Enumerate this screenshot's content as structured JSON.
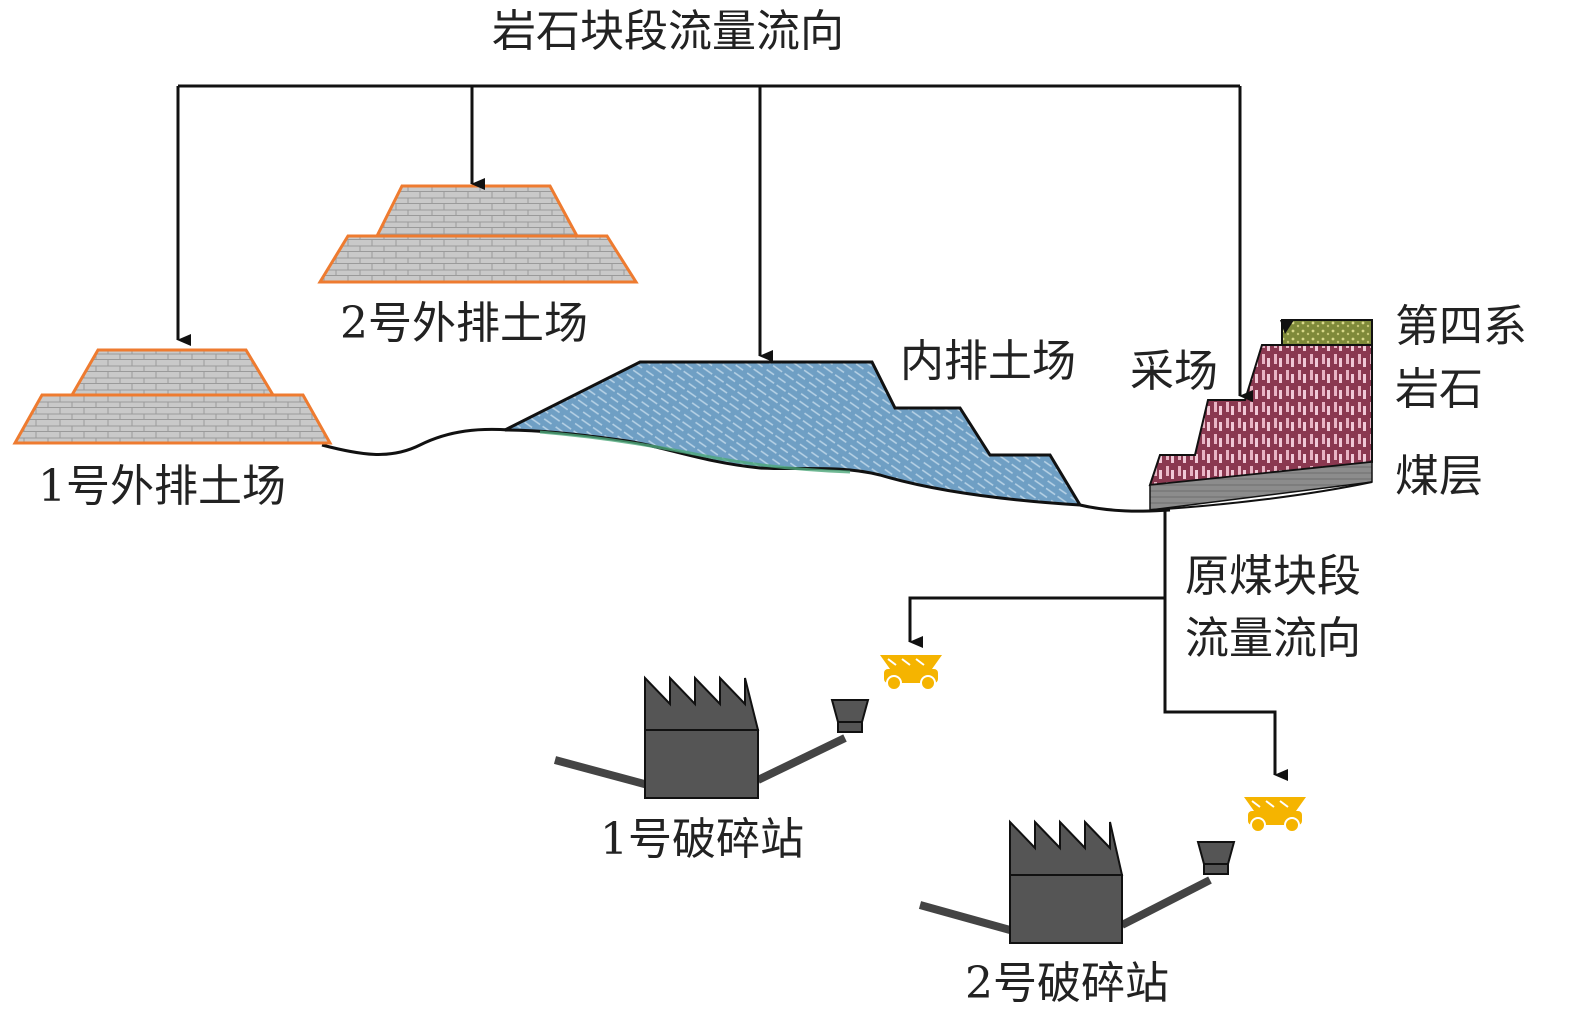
{
  "title": "岩石块段流量流向",
  "labels": {
    "dump2": "2号外排土场",
    "dump1": "1号外排土场",
    "inner_dump": "内排土场",
    "pit": "采场",
    "quaternary": "第四系",
    "rock": "岩石",
    "coal_seam": "煤层",
    "coal_flow_line1": "原煤块段",
    "coal_flow_line2": "流量流向",
    "crusher1": "1号破碎站",
    "crusher2": "2号破碎站"
  },
  "colors": {
    "dump_fill": "#c8c8c8",
    "dump_outline": "#ee7b30",
    "inner_dump_fill": "#6a9fc8",
    "rock_fill": "#8a3a52",
    "quaternary_fill": "#8a8a3c",
    "coal_fill": "#8c8c8c",
    "truck": "#f5b400",
    "crusher": "#555555",
    "line": "#111111"
  }
}
